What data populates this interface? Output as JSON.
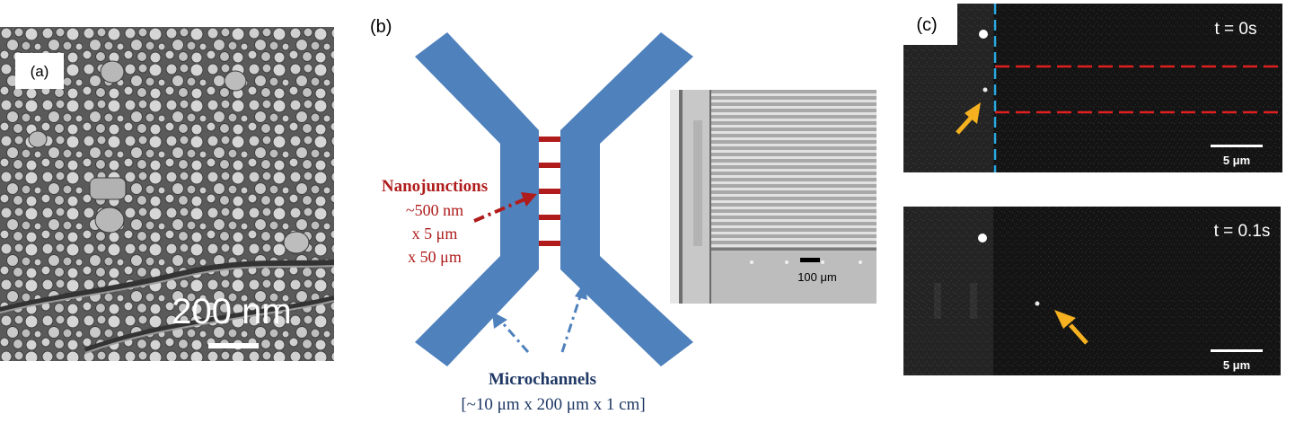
{
  "figure": {
    "panel_a": {
      "label": "(a)",
      "scalebar_label": "200 nm"
    },
    "panel_b": {
      "label": "(b)",
      "nanojunctions": {
        "title": "Nanojunctions",
        "line1": "~500 nm",
        "line2": "x 5 μm",
        "line3": "x 50 μm"
      },
      "microchannels": {
        "title": "Microchannels",
        "dims": "[~10 μm x 200 μm x 1 cm]"
      },
      "micrograph_scalebar_label": "100 μm"
    },
    "panel_c": {
      "label": "(c)",
      "frame1": {
        "time_label": "t = 0s",
        "scalebar_label": "5 μm"
      },
      "frame2": {
        "time_label": "t = 0.1s",
        "scalebar_label": "5 μm"
      }
    },
    "colors": {
      "channel_blue": "#4f81bd",
      "nanojunction_red": "#b01c1c",
      "microchannel_text": "#1f3864",
      "arrow_orange": "#f5b120",
      "dash_cyan": "#2aa8e0",
      "dash_red": "#e02020"
    }
  }
}
